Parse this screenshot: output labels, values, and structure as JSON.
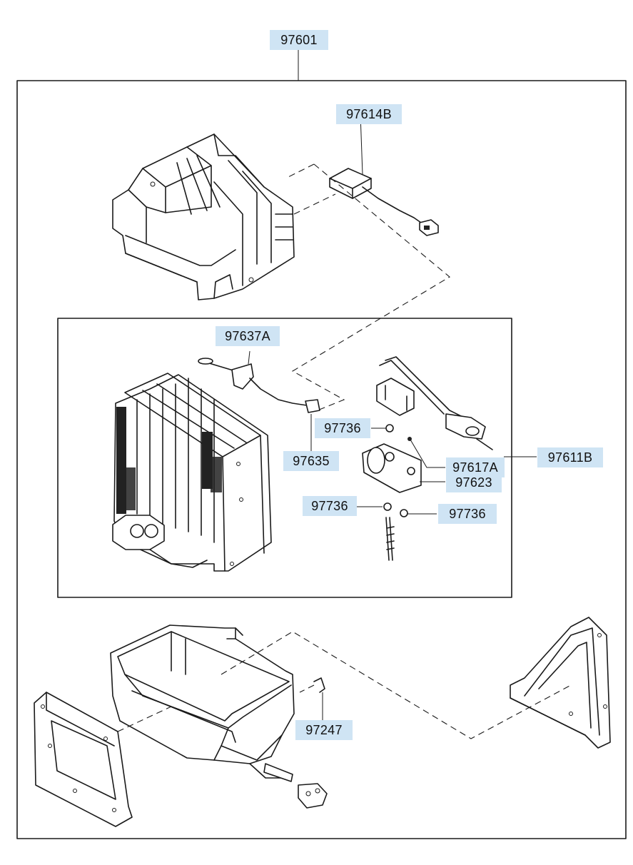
{
  "labels": {
    "assembly": "97601",
    "actuator": "97614B",
    "sensor": "97637A",
    "connector": "97635",
    "oring_a": "97736",
    "oring_b": "97736",
    "oring_c": "97736",
    "expansion_valve_group": "97611B",
    "valve_pipe": "97617A",
    "expansion_valve": "97623",
    "clip": "97247"
  }
}
